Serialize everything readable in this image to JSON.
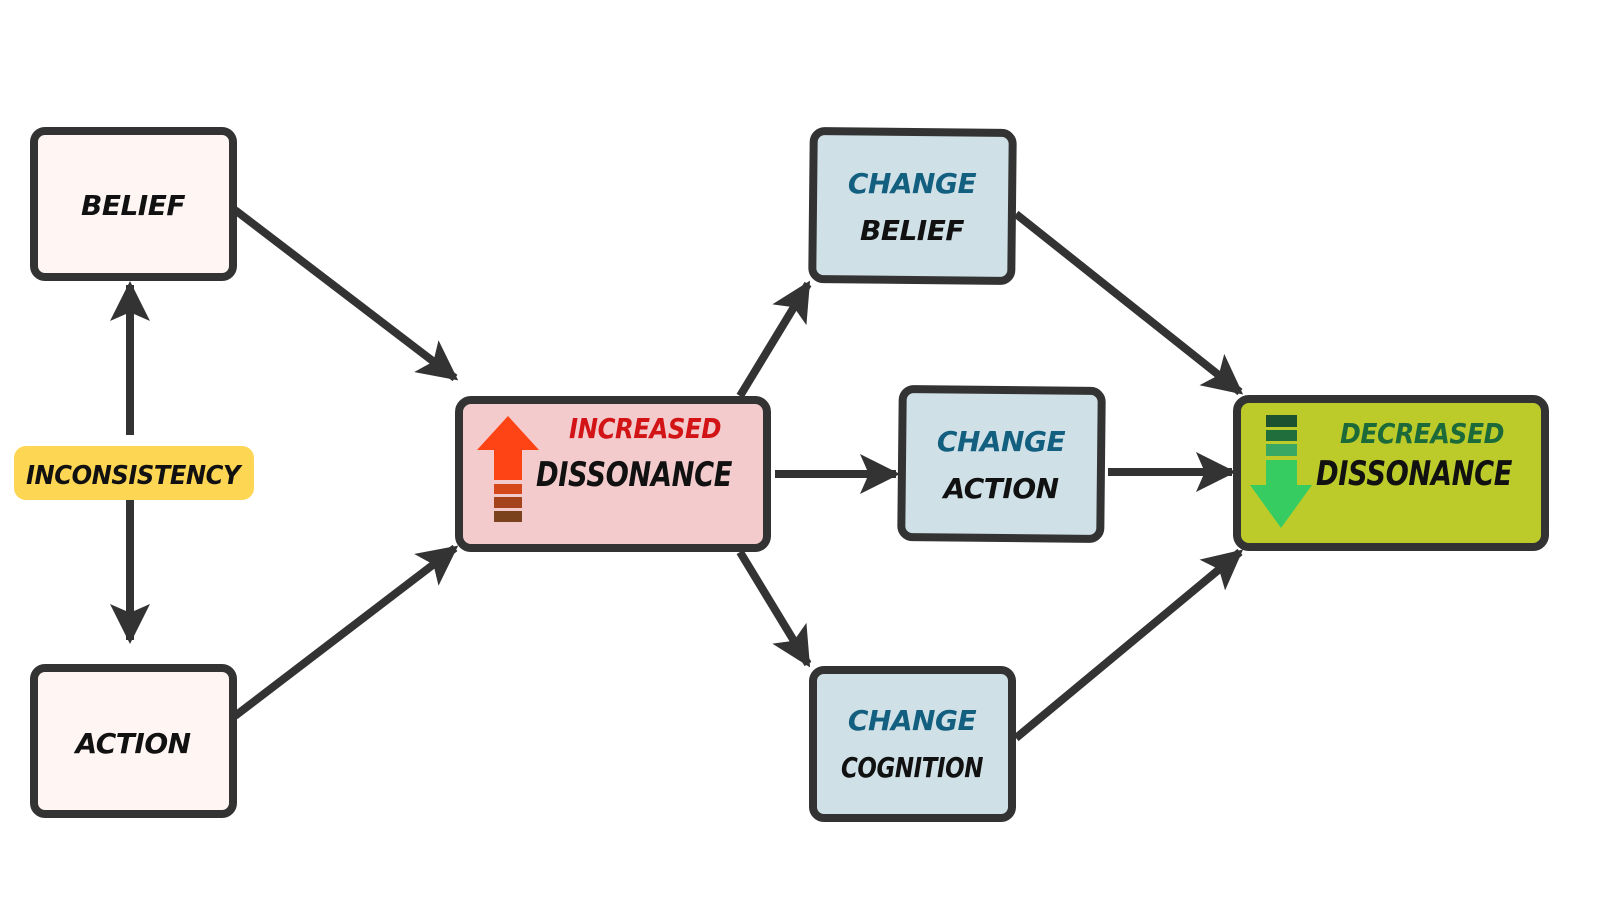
{
  "colors": {
    "stroke": "#333333",
    "source_fill": "#fff5f3",
    "change_fill": "#cfe0e6",
    "increased_fill": "#f4cbcc",
    "decreased_fill": "#bccb2a",
    "inconsistency_fill": "#fdd653",
    "change_text": "#135f80",
    "increased_text": "#d21417",
    "decreased_text": "#1c6a3a",
    "up_arrow": "#fe4415",
    "down_arrow": "#36cc62"
  },
  "nodes": {
    "belief": {
      "label": "BELIEF"
    },
    "action": {
      "label": "ACTION"
    },
    "inconsistency": {
      "label": "INCONSISTENCY"
    },
    "increased": {
      "top": "INCREASED",
      "bottom": "DISSONANCE",
      "icon": "arrow-up-icon"
    },
    "change_belief": {
      "top": "CHANGE",
      "bottom": "BELIEF"
    },
    "change_action": {
      "top": "CHANGE",
      "bottom": "ACTION"
    },
    "change_cognition": {
      "top": "CHANGE",
      "bottom": "COGNITION"
    },
    "decreased": {
      "top": "DECREASED",
      "bottom": "DISSONANCE",
      "icon": "arrow-down-icon"
    }
  },
  "edges": [
    {
      "from": "inconsistency",
      "to": "belief"
    },
    {
      "from": "inconsistency",
      "to": "action"
    },
    {
      "from": "belief",
      "to": "increased"
    },
    {
      "from": "action",
      "to": "increased"
    },
    {
      "from": "increased",
      "to": "change_belief"
    },
    {
      "from": "increased",
      "to": "change_action"
    },
    {
      "from": "increased",
      "to": "change_cognition"
    },
    {
      "from": "change_belief",
      "to": "decreased"
    },
    {
      "from": "change_action",
      "to": "decreased"
    },
    {
      "from": "change_cognition",
      "to": "decreased"
    }
  ]
}
